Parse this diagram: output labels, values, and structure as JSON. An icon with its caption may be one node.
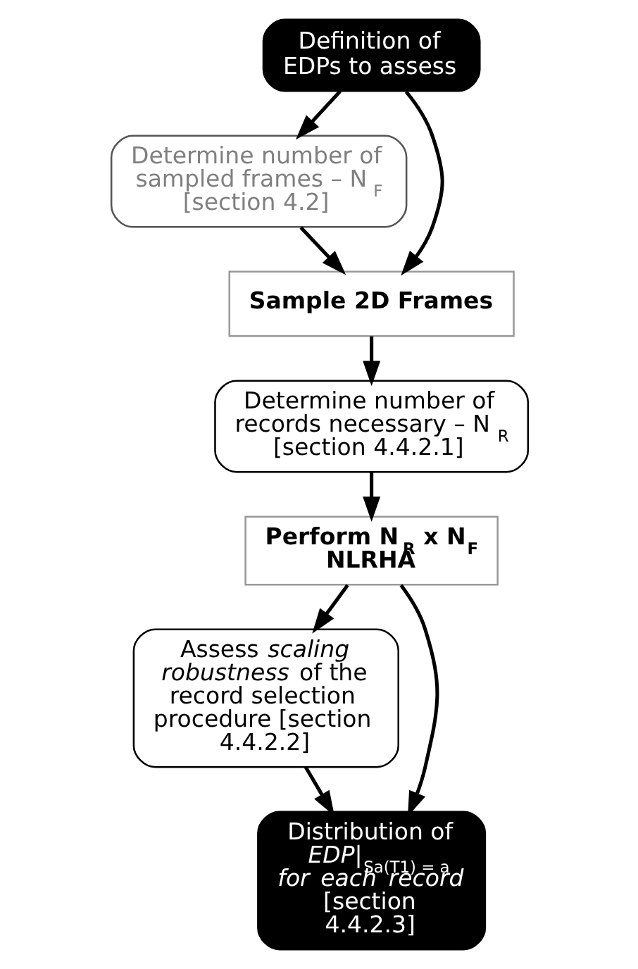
{
  "diagram": {
    "nodes": [
      {
        "text": [
          "Definition of EDPs to assess"
        ]
      },
      {
        "text": [
          "Determine number of sampled frames – N$_{F}$ [section 4.2]"
        ]
      },
      {
        "text": [
          "Sample 2D Frames"
        ]
      },
      {
        "text": [
          "Determine number of records necessary – N$_{R}$ [section 4.4.2.1]"
        ]
      },
      {
        "text": [
          "Perform N$_{R}$ x N$_{F}$ NLRHA"
        ]
      },
      {
        "text": [
          "Assess *scaling robustness* of the record selection procedure [section 4.4.2.2]"
        ]
      },
      {
        "text": [
          "Distribution of *EDP*|$_{Sa(T1) = a}$ *for each record* [section 4.4.2.3]"
        ]
      }
    ],
    "edges": [
      {
        "from": 0,
        "to": 1,
        "arrow": "to"
      },
      {
        "from": 0,
        "to": 2,
        "arrow": "to"
      },
      {
        "from": 1,
        "to": 2,
        "arrow": "to"
      },
      {
        "from": 2,
        "to": 3,
        "arrow": "to"
      },
      {
        "from": 3,
        "to": 4,
        "arrow": "to"
      },
      {
        "from": 4,
        "to": 5,
        "arrow": "to"
      },
      {
        "from": 4,
        "to": 6,
        "arrow": "to"
      },
      {
        "from": 5,
        "to": 6,
        "arrow": "to"
      }
    ]
  }
}
